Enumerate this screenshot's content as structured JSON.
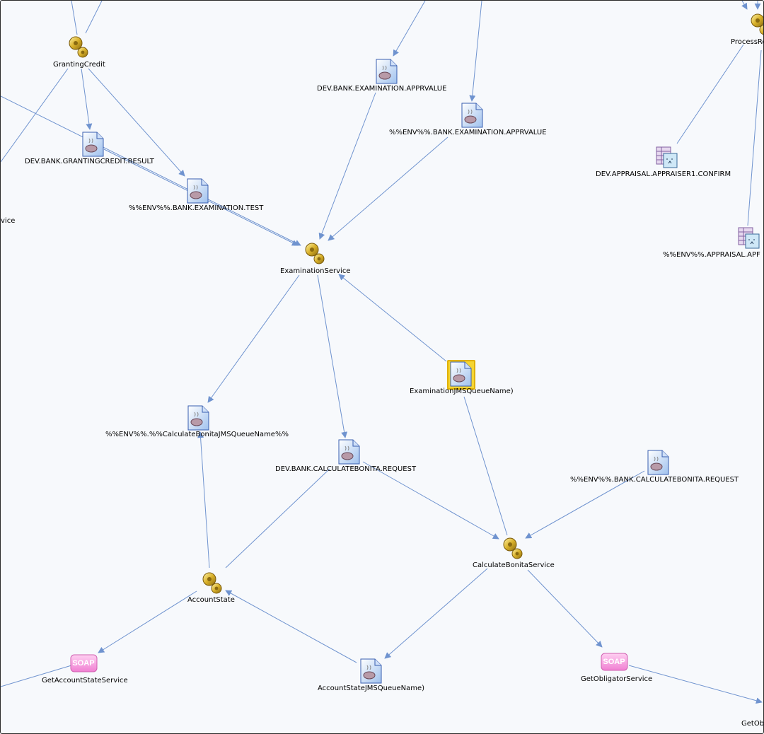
{
  "colors": {
    "background": "#f7f9fc",
    "edge": "#6f93cf",
    "service_icon": "#c9a21a",
    "queue_icon": "#4a78d0",
    "soap_icon": "#f28ad6",
    "selection": "#f5d533"
  },
  "nodes": [
    {
      "id": "granting",
      "type": "service",
      "label": "GrantingCredit"
    },
    {
      "id": "examination",
      "type": "service",
      "label": "ExaminationService"
    },
    {
      "id": "accountstate",
      "type": "service",
      "label": "AccountState"
    },
    {
      "id": "bonita",
      "type": "service",
      "label": "CalculateBonitaService"
    },
    {
      "id": "processr",
      "type": "service",
      "label": "ProcessRe"
    },
    {
      "id": "apprvalue",
      "type": "queue",
      "label": "DEV.BANK.EXAMINATION.APPRVALUE"
    },
    {
      "id": "envapprvalue",
      "type": "queue",
      "label": "%%ENV%%.BANK.EXAMINATION.APPRVALUE"
    },
    {
      "id": "grantresult",
      "type": "queue",
      "label": "DEV.BANK.GRANTINGCREDIT.RESULT"
    },
    {
      "id": "examtest",
      "type": "queue",
      "label": "%%ENV%%.BANK.EXAMINATION.TEST"
    },
    {
      "id": "examjms",
      "type": "queue",
      "label": "ExaminationJMSQueueName)",
      "selected": true
    },
    {
      "id": "calcbonitajms",
      "type": "queue",
      "label": "%%ENV%%.%%CalculateBonitaJMSQueueName%%"
    },
    {
      "id": "devbonitareq",
      "type": "queue",
      "label": "DEV.BANK.CALCULATEBONITA.REQUEST"
    },
    {
      "id": "envbonitareq",
      "type": "queue",
      "label": "%%ENV%%.BANK.CALCULATEBONITA.REQUEST"
    },
    {
      "id": "accountjms",
      "type": "queue",
      "label": "AccountStateJMSQueueName)"
    },
    {
      "id": "appraiser1",
      "type": "table",
      "label": "DEV.APPRAISAL.APPRAISER1.CONFIRM"
    },
    {
      "id": "envappraisal",
      "type": "table",
      "label": "%%ENV%%.APPRAISAL.APF"
    },
    {
      "id": "getaccount",
      "type": "soap",
      "label": "GetAccountStateService",
      "badge": "SOAP"
    },
    {
      "id": "getobligator",
      "type": "soap",
      "label": "GetObligatorService",
      "badge": "SOAP"
    },
    {
      "id": "getobl2",
      "type": "text",
      "label": "GetObl"
    },
    {
      "id": "vice",
      "type": "text",
      "label": "vice"
    }
  ]
}
